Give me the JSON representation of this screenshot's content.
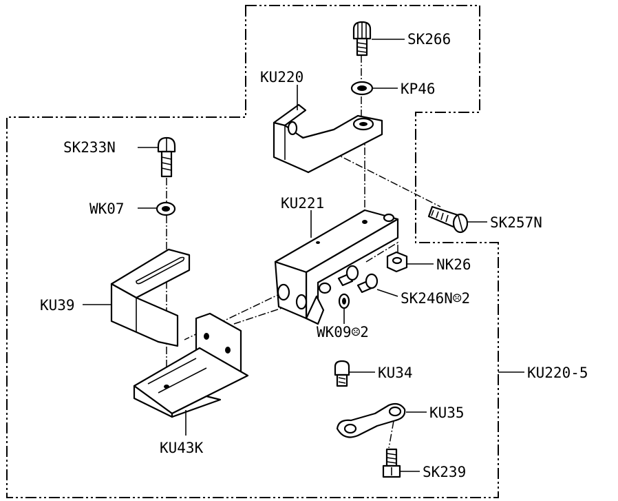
{
  "labels": {
    "sk266": "SK266",
    "kp46": "KP46",
    "ku220": "KU220",
    "sk233n": "SK233N",
    "wk07": "WK07",
    "ku221": "KU221",
    "sk257n": "SK257N",
    "nk26": "NK26",
    "ku39": "KU39",
    "sk246n": "SK246N☹2",
    "wk09": "WK09☹2",
    "ku34": "KU34",
    "ku220_5": "KU220-5",
    "ku35": "KU35",
    "ku43k": "KU43K",
    "sk239": "SK239"
  }
}
